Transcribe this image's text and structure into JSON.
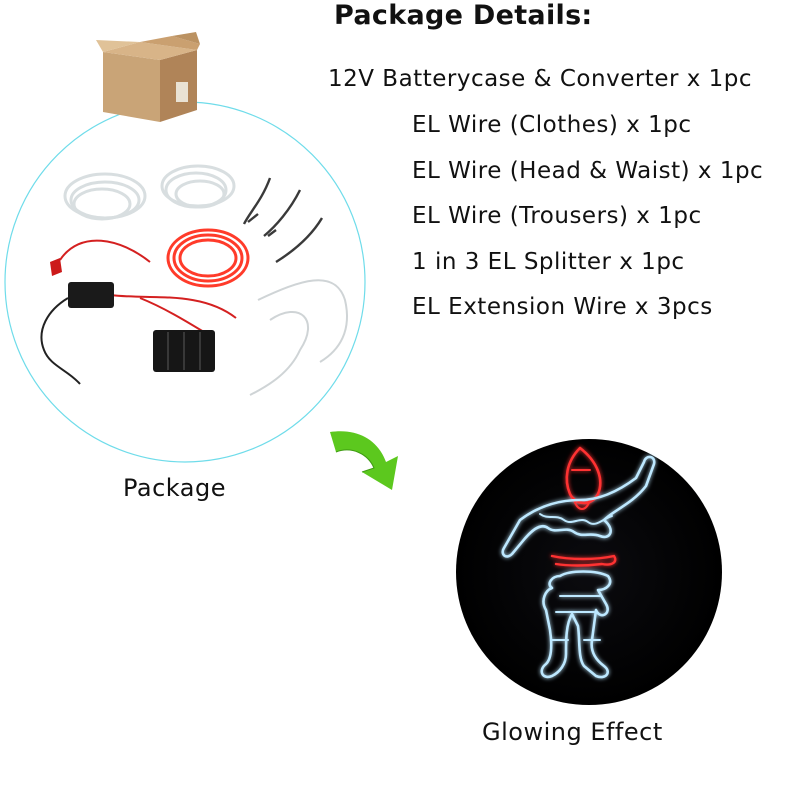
{
  "package_details": {
    "title": "Package Details:",
    "items": [
      "12V Batterycase & Converter x 1pc",
      "EL Wire (Clothes) x 1pc",
      "EL Wire (Head & Waist) x 1pc",
      "EL Wire (Trousers) x 1pc",
      "1 in 3 EL Splitter x 1pc",
      "EL Extension Wire x 3pcs"
    ]
  },
  "captions": {
    "package": "Package",
    "glowing": "Glowing Effect"
  },
  "colors": {
    "circle_border": "#5fd7e6",
    "arrow_green": "#5cc81e",
    "el_wire_blue": "#bfe9ff",
    "el_wire_red": "#ff2a2a"
  }
}
